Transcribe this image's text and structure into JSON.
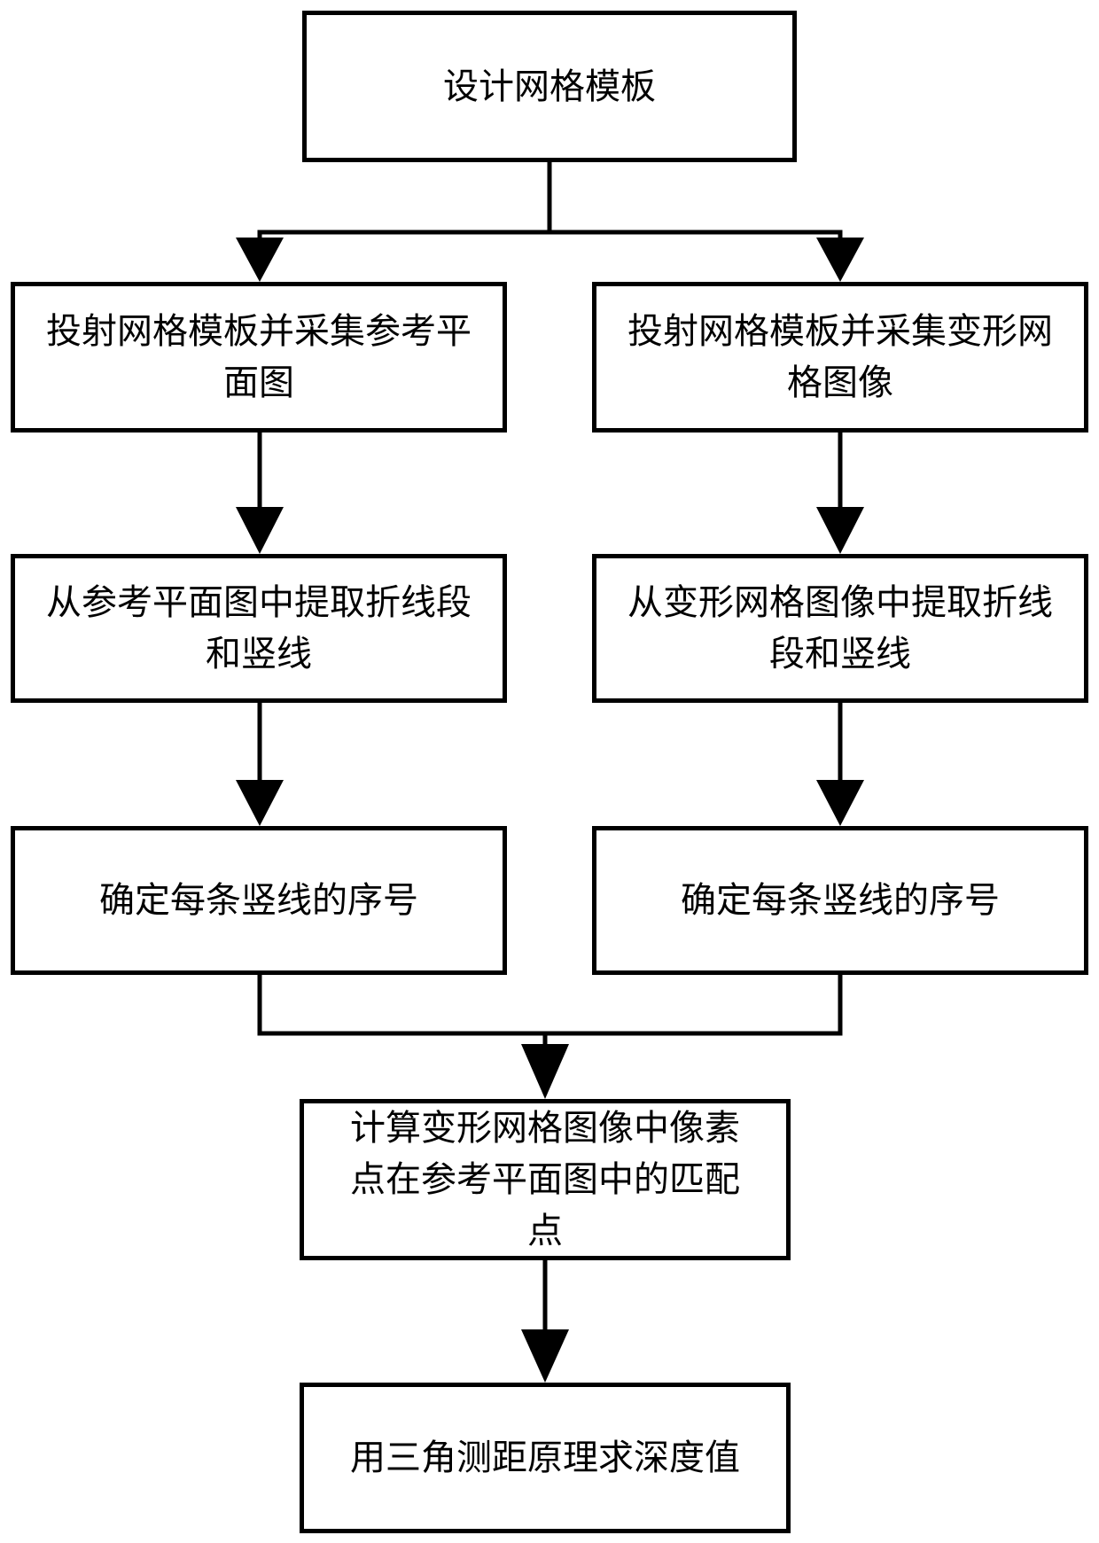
{
  "steps": {
    "design_template": "设计网格模板",
    "project_reference": "投射网格模板并采集参考平面图",
    "project_deformed": "投射网格模板并采集变形网格图像",
    "extract_reference": "从参考平面图中提取折线段和竖线",
    "extract_deformed": "从变形网格图像中提取折线段和竖线",
    "order_reference": "确定每条竖线的序号",
    "order_deformed": "确定每条竖线的序号",
    "compute_match": "计算变形网格图像中像素点在参考平面图中的匹配点",
    "depth_value": "用三角测距原理求深度值"
  },
  "colors": {
    "line": "#000000",
    "background": "#ffffff"
  }
}
